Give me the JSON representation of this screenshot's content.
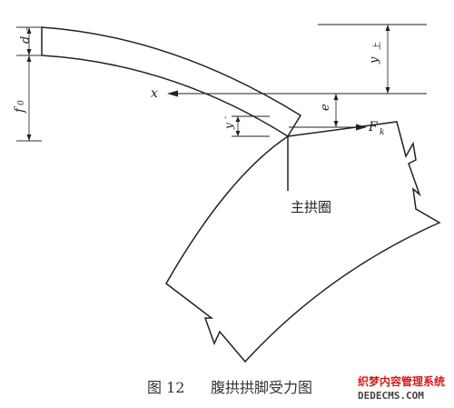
{
  "labels": {
    "d": "d",
    "f": "f",
    "f_sub": "0",
    "x": "x",
    "y_main": "y",
    "y_sub": "上",
    "e": "e",
    "y_small": "y",
    "F": "F",
    "main_arch": "主拱圈"
  },
  "caption": {
    "figure_no": "图 12",
    "title": "腹拱拱脚受力图"
  },
  "watermark": {
    "line1": "织梦内容管理系统",
    "line2": "DEDECMS.COM"
  },
  "colors": {
    "line": "#222222",
    "watermark_red": "#d21b1b"
  }
}
